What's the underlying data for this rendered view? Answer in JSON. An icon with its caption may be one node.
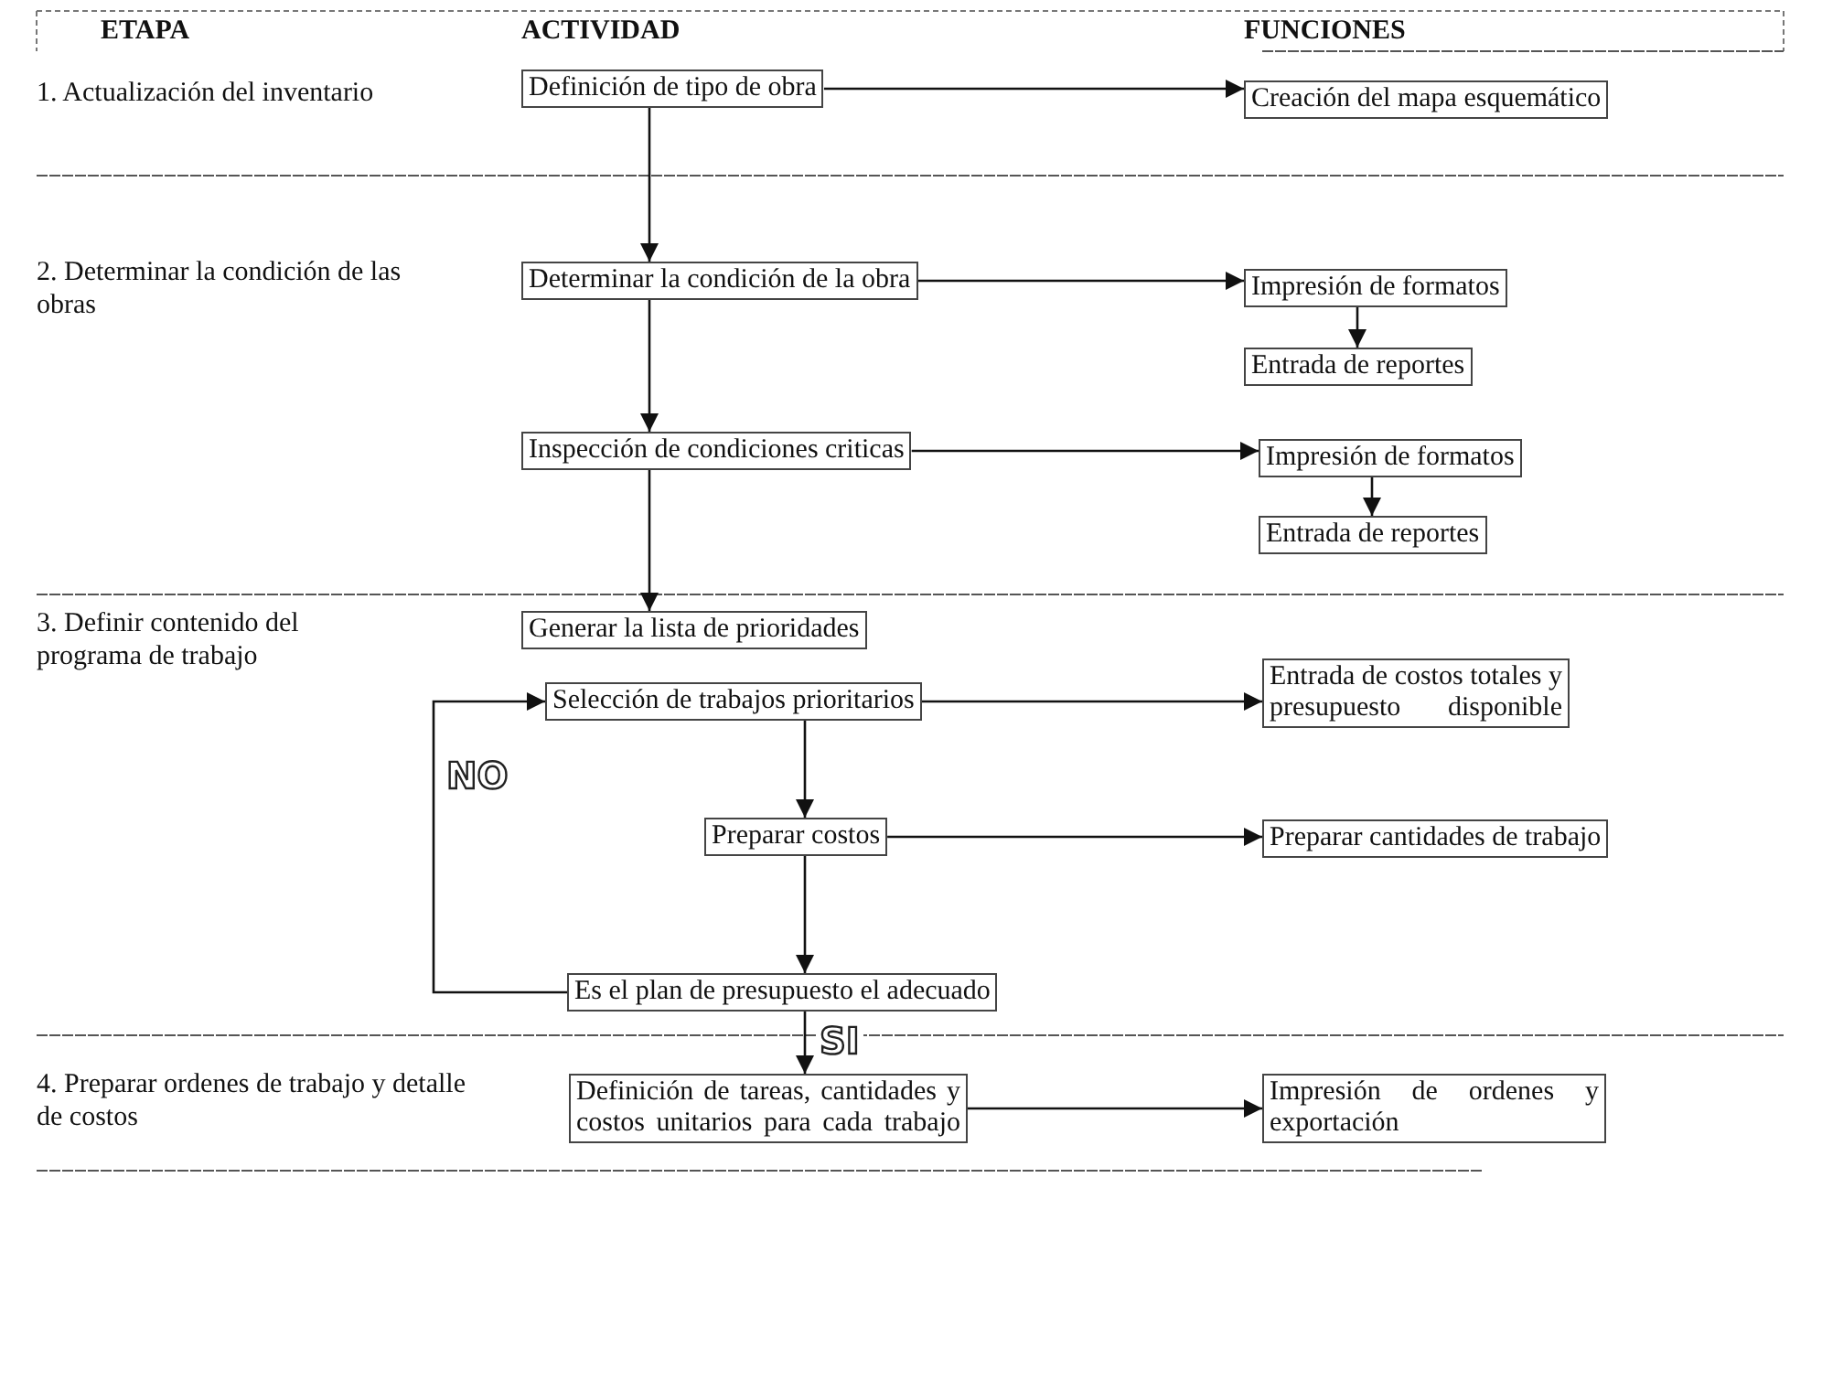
{
  "diagram": {
    "nodes": [
      {
        "text": [
          "Definición de tipo de obra"
        ]
      },
      {
        "text": [
          "Creación del mapa esquemático"
        ]
      },
      {
        "text": [
          "Determinar la condición de la obra"
        ]
      },
      {
        "text": [
          "Impresión de formatos"
        ]
      },
      {
        "text": [
          "Entrada de reportes"
        ]
      },
      {
        "text": [
          "Inspección de condiciones criticas"
        ]
      },
      {
        "text": [
          "Impresión de formatos"
        ]
      },
      {
        "text": [
          "Entrada de reportes"
        ]
      },
      {
        "text": [
          "Generar la lista de prioridades"
        ]
      },
      {
        "text": [
          "Selección de trabajos prioritarios"
        ]
      },
      {
        "text": [
          "Entrada de costos totales y presupuesto disponible"
        ]
      },
      {
        "text": [
          "Preparar costos"
        ]
      },
      {
        "text": [
          "Preparar cantidades de trabajo"
        ]
      },
      {
        "text": [
          "Es el plan de presupuesto el adecuado"
        ]
      },
      {
        "text": [
          "Definición de tareas, cantidades y costos unitarios para cada trabajo"
        ]
      },
      {
        "text": [
          "Impresión de ordenes y exportación"
        ]
      }
    ],
    "edges": [
      {
        "from": 0,
        "to": 1,
        "arrow": "to"
      },
      {
        "from": 0,
        "to": 2,
        "arrow": "to"
      },
      {
        "from": 2,
        "to": 3,
        "arrow": "to"
      },
      {
        "from": 3,
        "to": 4,
        "arrow": "to"
      },
      {
        "from": 2,
        "to": 5,
        "arrow": "to"
      },
      {
        "from": 5,
        "to": 6,
        "arrow": "to"
      },
      {
        "from": 6,
        "to": 7,
        "arrow": "to"
      },
      {
        "from": 5,
        "to": 8,
        "arrow": "to"
      },
      {
        "from": 9,
        "to": 10,
        "arrow": "to"
      },
      {
        "from": 9,
        "to": 11,
        "arrow": "to"
      },
      {
        "from": 11,
        "to": 12,
        "arrow": "to"
      },
      {
        "from": 11,
        "to": 13,
        "arrow": "to"
      },
      {
        "from": 13,
        "to": 9,
        "arrow": "to",
        "label": "NO"
      },
      {
        "from": 13,
        "to": 14,
        "arrow": "to",
        "label": "SI"
      },
      {
        "from": 14,
        "to": 15,
        "arrow": "to"
      }
    ],
    "labels": [
      "ETAPA",
      "ACTIVIDAD",
      "FUNCIONES",
      "1. Actualización del inventario",
      "2. Determinar la condición de las obras",
      "3. Definir contenido del programa de trabajo",
      "4. Preparar ordenes de trabajo y detalle de costos"
    ]
  }
}
